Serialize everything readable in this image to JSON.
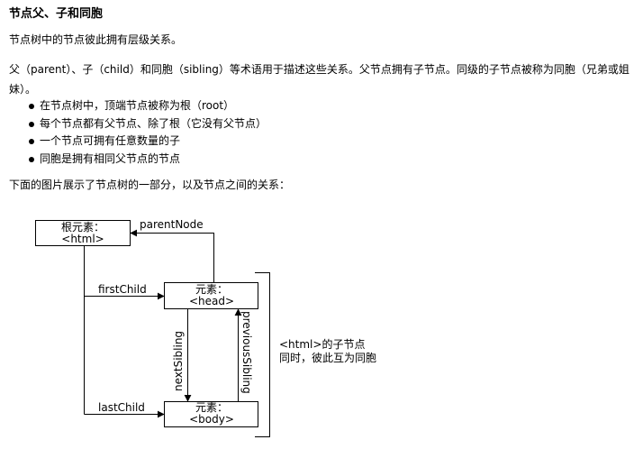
{
  "heading": "节点父、子和同胞",
  "intro": "节点树中的节点彼此拥有层级关系。",
  "description": "父（parent）、子（child）和同胞（sibling）等术语用于描述这些关系。父节点拥有子节点。同级的子节点被称为同胞（兄弟或姐妹）。",
  "bullets": [
    "在节点树中，顶端节点被称为根（root）",
    "每个节点都有父节点、除了根（它没有父节点）",
    "一个节点可拥有任意数量的子",
    "同胞是拥有相同父节点的节点"
  ],
  "diagram_intro": "下面的图片展示了节点树的一部分，以及节点之间的关系：",
  "diagram": {
    "root_box": [
      "根元素：",
      "<html>"
    ],
    "head_box": [
      "元素：",
      "<head>"
    ],
    "body_box": [
      "元素：",
      "<body>"
    ],
    "parent_node": "parentNode",
    "first_child": "firstChild",
    "last_child": "lastChild",
    "next_sibling": "nextSibling",
    "previous_sibling": "previousSibling",
    "children_note": [
      "<html>的子节点",
      "同时，彼此互为同胞"
    ]
  }
}
